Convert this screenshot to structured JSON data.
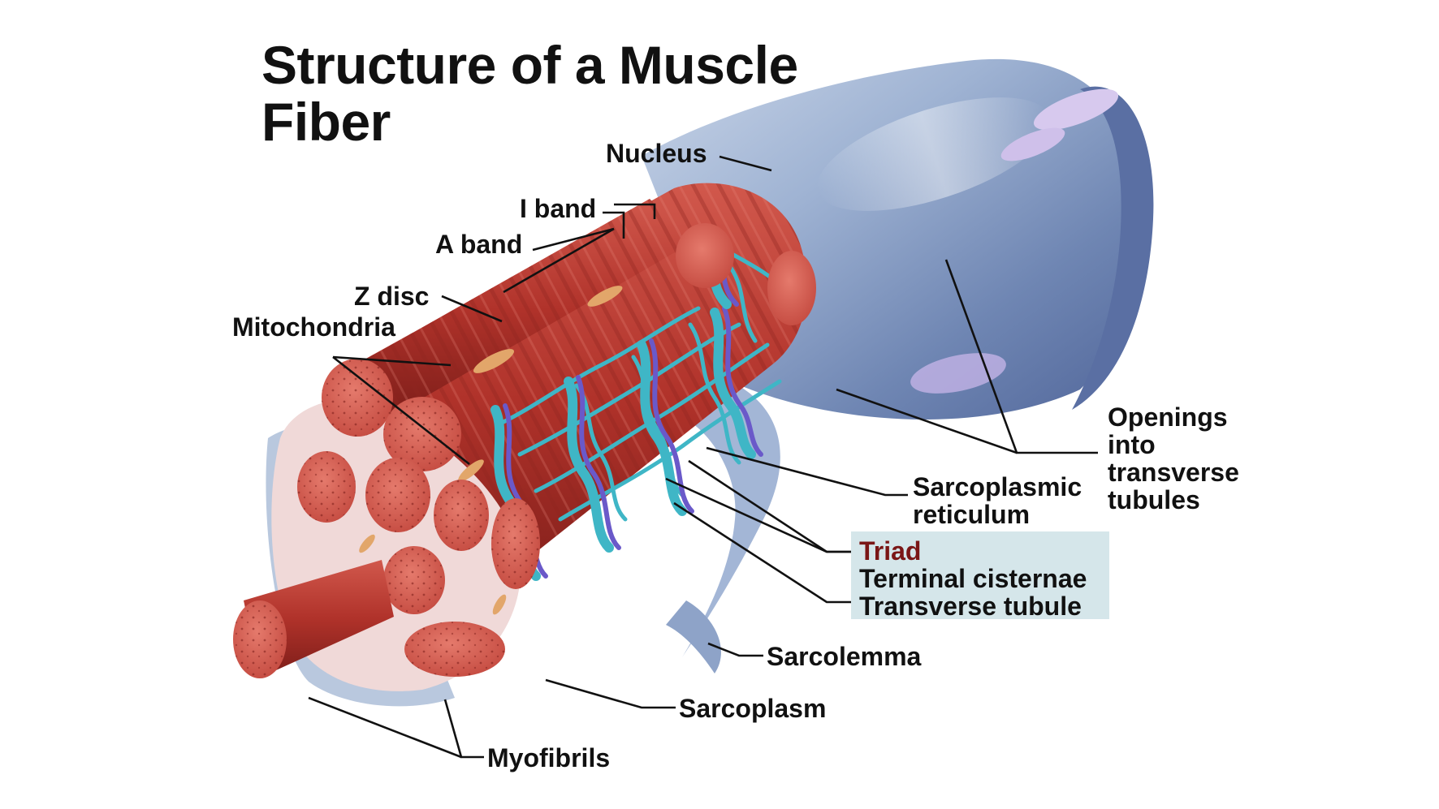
{
  "title": {
    "line1": "Structure of a Muscle",
    "line2": "Fiber"
  },
  "labels": {
    "nucleus": "Nucleus",
    "i_band": "I band",
    "a_band": "A band",
    "z_disc": "Z disc",
    "mitochondria": "Mitochondria",
    "openings": [
      "Openings",
      "into",
      "transverse",
      "tubules"
    ],
    "sarcoplasmic_reticulum": [
      "Sarcoplasmic",
      "reticulum"
    ],
    "triad": {
      "title": "Triad",
      "items": [
        "Terminal cisternae",
        "Transverse tubule"
      ]
    },
    "sarcolemma": "Sarcolemma",
    "sarcoplasm": "Sarcoplasm",
    "myofibrils": "Myofibrils"
  },
  "colors": {
    "sarcolemma": "#8fa6c8",
    "myofibril": "#b5332c",
    "myofibril_face": "#d9574b",
    "reticulum": "#3fb6c6",
    "t_tubule": "#6a59c9",
    "triad_box": "#d5e6ea",
    "triad_title": "#7a1616"
  }
}
